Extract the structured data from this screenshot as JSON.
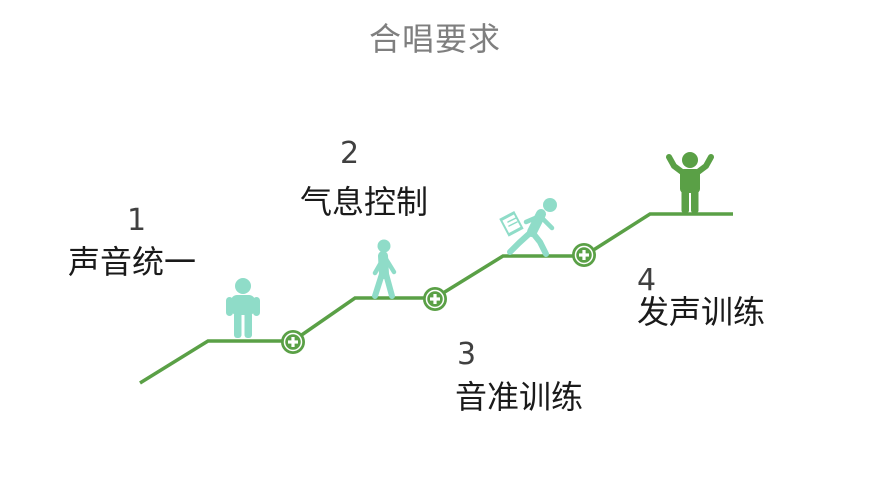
{
  "title": "合唱要求",
  "colors": {
    "line": "#5aa046",
    "figure_light": "#8fdcc8",
    "figure_dark": "#5aa046",
    "title": "#7f7f7f"
  },
  "steps": [
    {
      "number": "1",
      "label": "声音统一"
    },
    {
      "number": "2",
      "label": "气息控制"
    },
    {
      "number": "3",
      "label": "音准训练"
    },
    {
      "number": "4",
      "label": "发声训练"
    }
  ],
  "icons": {
    "plus": "plus-circle-icon",
    "standing": "standing-person-icon",
    "walking": "walking-person-icon",
    "running": "running-person-icon",
    "victory": "victory-person-icon"
  }
}
